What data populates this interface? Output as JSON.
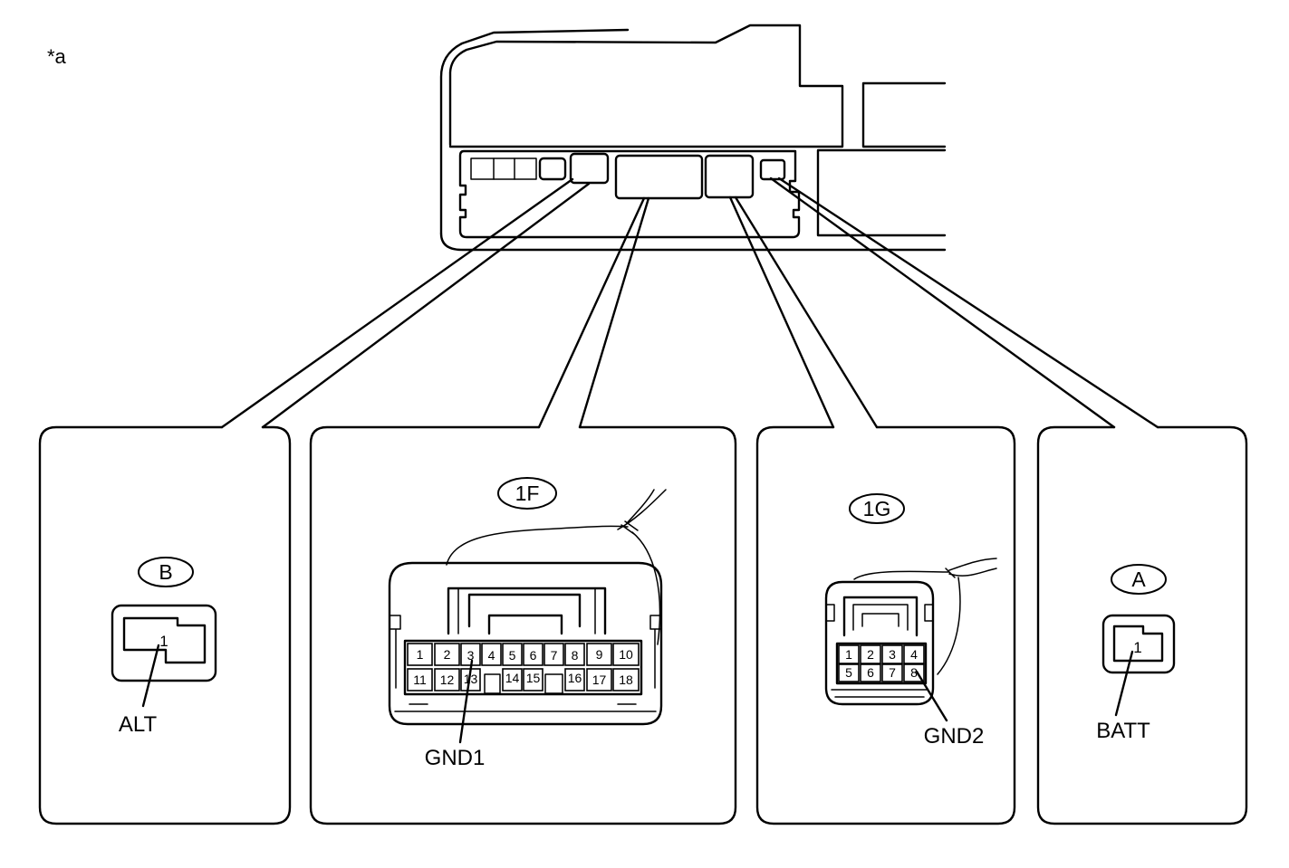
{
  "figure_label": "*a",
  "colors": {
    "line": "#000000",
    "background": "#ffffff"
  },
  "connectors": [
    {
      "code": "B",
      "pins": [
        "1"
      ],
      "terminal": "ALT"
    },
    {
      "code": "1F",
      "pins": [
        "1",
        "2",
        "3",
        "4",
        "5",
        "6",
        "7",
        "8",
        "9",
        "10",
        "11",
        "12",
        "13",
        "14",
        "15",
        "16",
        "17",
        "18"
      ],
      "terminal": "GND1"
    },
    {
      "code": "1G",
      "pins": [
        "1",
        "2",
        "3",
        "4",
        "5",
        "6",
        "7",
        "8"
      ],
      "terminal": "GND2"
    },
    {
      "code": "A",
      "pins": [
        "1"
      ],
      "terminal": "BATT"
    }
  ]
}
